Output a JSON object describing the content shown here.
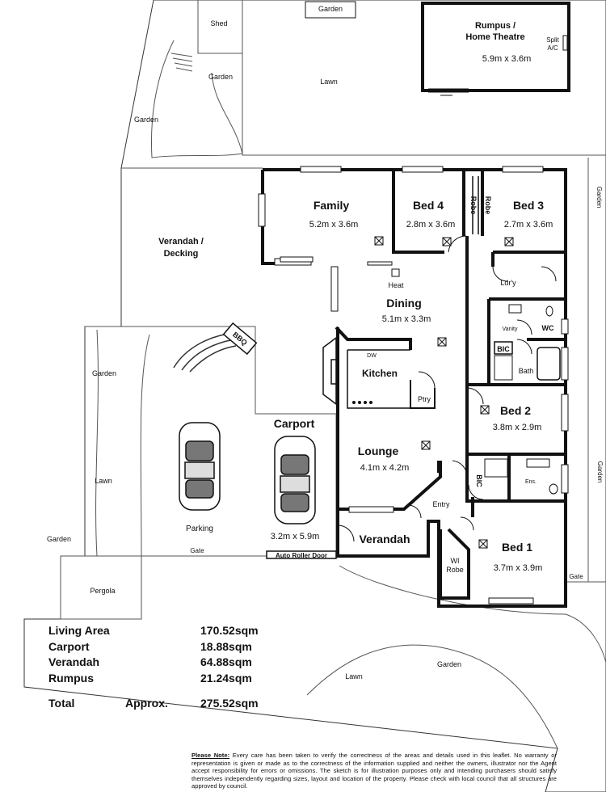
{
  "rooms": {
    "rumpus": {
      "name_1": "Rumpus /",
      "name_2": "Home Theatre",
      "size": "5.9m x 3.6m",
      "ac": [
        "Split",
        "A/C"
      ]
    },
    "family": {
      "name": "Family",
      "size": "5.2m x 3.6m"
    },
    "bed4": {
      "name": "Bed 4",
      "size": "2.8m x 3.6m"
    },
    "bed3": {
      "name": "Bed 3",
      "size": "2.7m x 3.6m"
    },
    "bed2": {
      "name": "Bed 2",
      "size": "3.8m x 2.9m"
    },
    "bed1": {
      "name": "Bed 1",
      "size": "3.7m x 3.9m"
    },
    "dining": {
      "name": "Dining",
      "size": "5.1m x 3.3m"
    },
    "lounge": {
      "name": "Lounge",
      "size": "4.1m x 4.2m"
    },
    "carport": {
      "name": "Carport",
      "size": "3.2m x 5.9m"
    },
    "kitchen": {
      "name": "Kitchen"
    },
    "verandah_front": {
      "name": "Verandah"
    },
    "verandah_decking": {
      "name_1": "Verandah /",
      "name_2": "Decking"
    }
  },
  "small_labels": {
    "robe": "Robe",
    "ldry": "Ldr'y",
    "wc": "WC",
    "vanity": "Vanity",
    "bic": "BIC",
    "bath": "Bath",
    "ens": "Ens.",
    "ptry": "Ptry",
    "dw": "DW",
    "heat": "Heat",
    "entry": "Entry",
    "wi_1": "WI",
    "wi_2": "Robe",
    "bbq": "BBQ",
    "auto_door": "Auto Roller Door",
    "parking": "Parking",
    "pergola": "Pergola",
    "shed": "Shed",
    "gate": "Gate",
    "garden": "Garden",
    "lawn": "Lawn"
  },
  "areas": [
    {
      "label": "Living Area",
      "value": "170.52sqm"
    },
    {
      "label": "Carport",
      "value": "18.88sqm"
    },
    {
      "label": "Verandah",
      "value": "64.88sqm"
    },
    {
      "label": "Rumpus",
      "value": "21.24sqm"
    }
  ],
  "total": {
    "label": "Total",
    "approx": "Approx.",
    "value": "275.52sqm"
  },
  "note": {
    "heading": "Please Note:",
    "body": "Every care has been taken to verify the correctness of the areas and details used in this leaflet. No warranty or representation is given or made as to the correctness of the information supplied and neither the owners, illustrator nor the Agent accept responsibility for errors or omissions. The sketch is for illustration purposes only and intending purchasers should satisfy themselves independently regarding sizes, layout and location of the property. Please check with local council that all structures are approved by council."
  }
}
